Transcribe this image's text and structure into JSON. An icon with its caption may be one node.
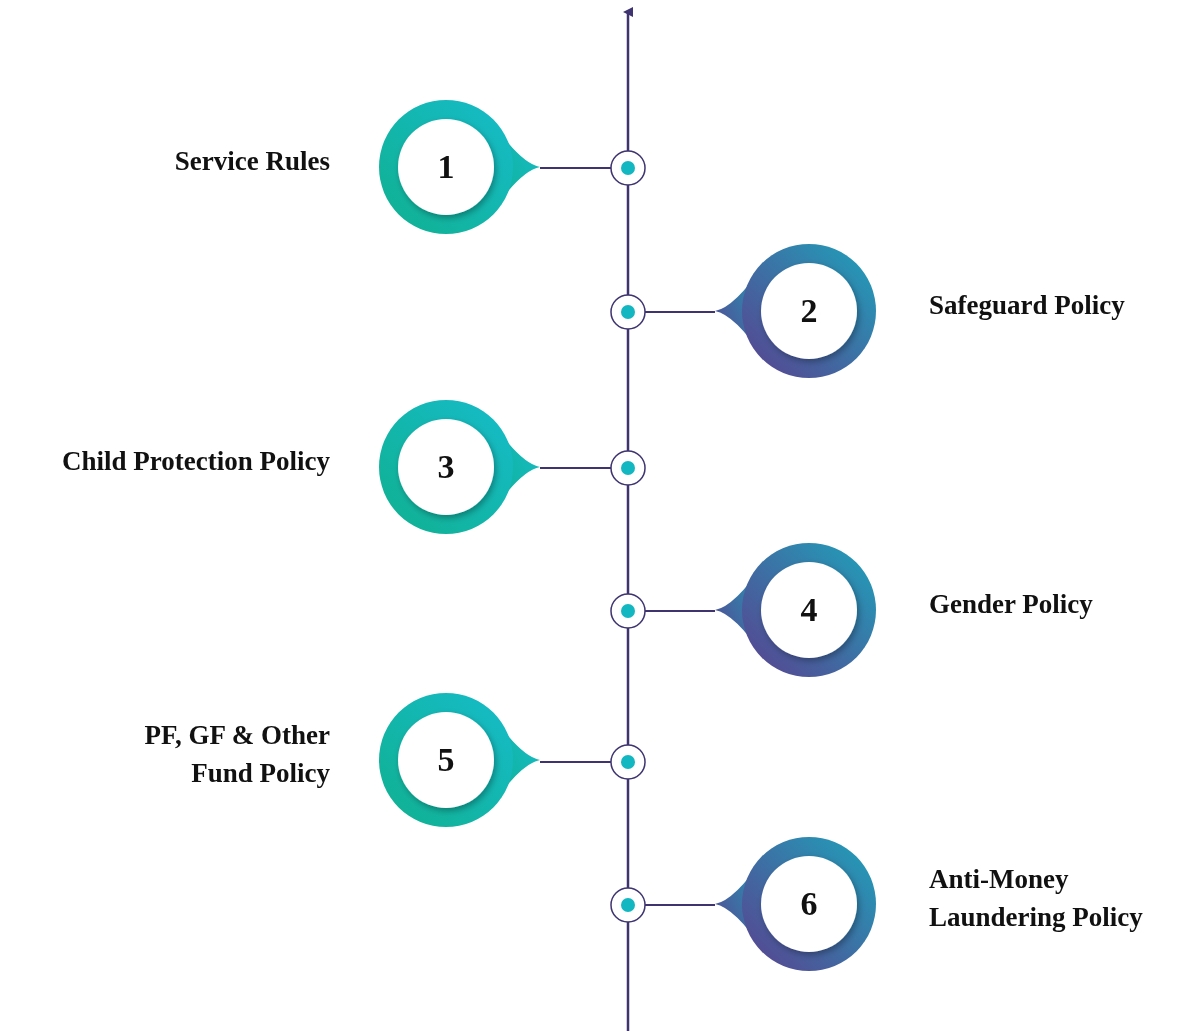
{
  "diagram": {
    "nodes": [
      {
        "text": [
          "1"
        ],
        "beside": [
          "Service Rules"
        ]
      },
      {
        "text": [],
        "shape": "circle"
      },
      {
        "text": [
          "2"
        ],
        "beside": [
          "Safeguard Policy"
        ]
      },
      {
        "text": [],
        "shape": "circle"
      },
      {
        "text": [
          "3"
        ],
        "beside": [
          "Child Protection Policy"
        ]
      },
      {
        "text": [],
        "shape": "circle"
      },
      {
        "text": [
          "4"
        ],
        "beside": [
          "Gender Policy"
        ]
      },
      {
        "text": [],
        "shape": "circle"
      },
      {
        "text": [
          "5"
        ],
        "beside": [
          "PF, GF & Other Fund Policy"
        ]
      },
      {
        "text": [],
        "shape": "circle"
      },
      {
        "text": [
          "6"
        ],
        "beside": [
          "Anti-Money Laundering Policy"
        ]
      },
      {
        "text": [],
        "shape": "circle"
      }
    ],
    "edges": [
      {
        "from": 0,
        "to": 1,
        "arrow": "none"
      },
      {
        "from": 2,
        "to": 3,
        "arrow": "none"
      },
      {
        "from": 4,
        "to": 5,
        "arrow": "none"
      },
      {
        "from": 6,
        "to": 7,
        "arrow": "none"
      },
      {
        "from": 8,
        "to": 9,
        "arrow": "none"
      },
      {
        "from": 10,
        "to": 11,
        "arrow": "none"
      }
    ]
  }
}
